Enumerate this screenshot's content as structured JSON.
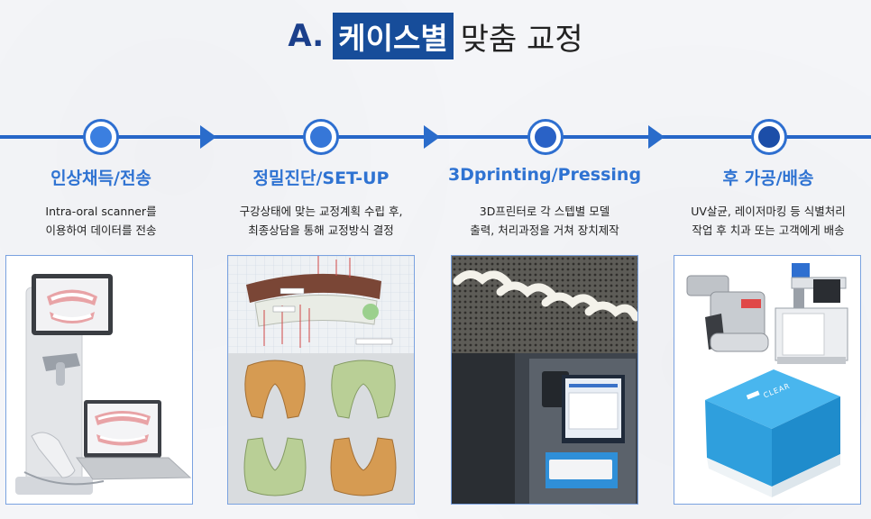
{
  "title": {
    "prefix": "A.",
    "highlight": "케이스별",
    "rest": "맞춤 교정"
  },
  "colors": {
    "accent": "#2f73d2",
    "timeline": "#2666c8",
    "highlight_bg": "#174d9a"
  },
  "steps": [
    {
      "title": "인상채득/전송",
      "desc_line1": "Intra-oral scanner를",
      "desc_line2": "이용하여 데이터를 전송",
      "image": "intraoral-scanner-with-laptop",
      "node_color": "#3b7fe0"
    },
    {
      "title": "정밀진단/SET-UP",
      "desc_line1": "구강상태에 맞는 교정계획 수립 후,",
      "desc_line2": "최종상담을 통해 교정방식 결정",
      "image": "dental-3d-setup-models",
      "node_color": "#3677d8"
    },
    {
      "title": "3Dprinting/Pressing",
      "desc_line1": "3D프린터로 각 스텝별 모델",
      "desc_line2": "출력, 처리과정을 거쳐 장치제작",
      "image": "3d-printed-dental-models-and-printer",
      "node_color": "#2a62c6"
    },
    {
      "title": "후 가공/배송",
      "desc_line1": "UV살균, 레이저마킹 등 식별처리",
      "desc_line2": "작업 후 치과 또는 고객에게 배송",
      "image": "uv-sterilizer-laser-marker-and-package",
      "box_label": "CLEAR",
      "node_color": "#1c4ea8"
    }
  ]
}
